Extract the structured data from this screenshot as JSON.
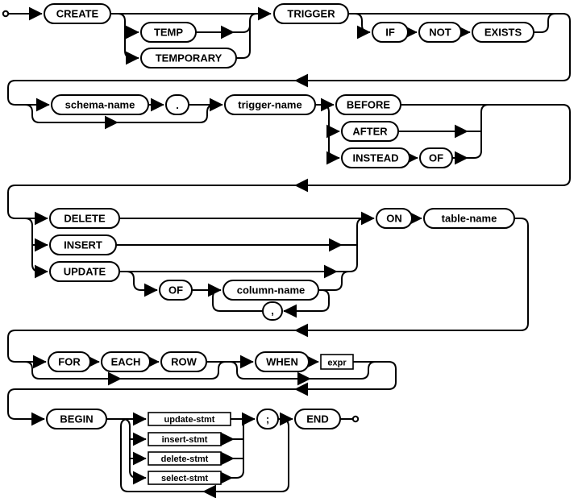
{
  "diagram": {
    "keywords": {
      "create": "CREATE",
      "temp": "TEMP",
      "temporary": "TEMPORARY",
      "trigger": "TRIGGER",
      "if": "IF",
      "not": "NOT",
      "exists": "EXISTS",
      "before": "BEFORE",
      "after": "AFTER",
      "instead": "INSTEAD",
      "instead_of": "OF",
      "delete": "DELETE",
      "insert": "INSERT",
      "update": "UPDATE",
      "update_of": "OF",
      "on": "ON",
      "for": "FOR",
      "each": "EACH",
      "row": "ROW",
      "when": "WHEN",
      "begin": "BEGIN",
      "end": "END"
    },
    "punctuation": {
      "dot": ".",
      "comma": ",",
      "semicolon": ";"
    },
    "nonterminals": {
      "schema_name": "schema-name",
      "trigger_name": "trigger-name",
      "table_name": "table-name",
      "column_name": "column-name",
      "expr": "expr",
      "update_stmt": "update-stmt",
      "insert_stmt": "insert-stmt",
      "delete_stmt": "delete-stmt",
      "select_stmt": "select-stmt"
    },
    "colors": {
      "line": "#000000",
      "node_fill": "#ffffff",
      "background": "#ffffff"
    }
  }
}
